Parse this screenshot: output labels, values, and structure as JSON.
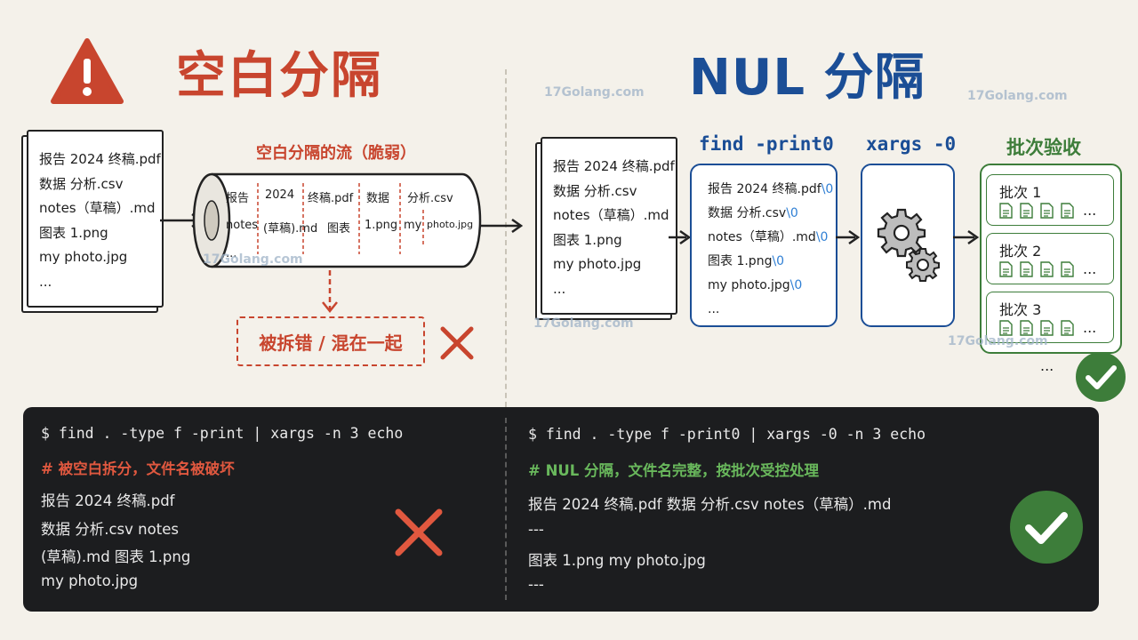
{
  "left": {
    "title": "空白分隔",
    "pipe_label": "空白分隔的流（脆弱）",
    "pipe_row1": [
      "报告",
      "2024",
      "终稿.pdf",
      "数据",
      "分析.csv"
    ],
    "pipe_row2": [
      "notes",
      "(草稿).md",
      "图表",
      "1.png",
      "my",
      "photo.jpg"
    ],
    "pipe_row3": "...",
    "broken_label": "被拆错 / 混在一起"
  },
  "files": [
    "报告 2024 终稿.pdf",
    "数据 分析.csv",
    "notes（草稿）.md",
    "图表 1.png",
    "my photo.jpg",
    "..."
  ],
  "right": {
    "title": "NUL 分隔",
    "find_label": "find -print0",
    "xargs_label": "xargs -0",
    "batch_label": "批次验收",
    "nul_files": [
      "报告 2024 终稿.pdf",
      "数据 分析.csv",
      "notes（草稿）.md",
      "图表 1.png",
      "my photo.jpg"
    ],
    "nul_marker": "\\0",
    "nul_more": "...",
    "batches": [
      "批次 1",
      "批次 2",
      "批次 3"
    ],
    "more": "...",
    "batch_more": "..."
  },
  "terminal": {
    "left_cmd": "$ find . -type f -print | xargs -n 3 echo",
    "left_comment": "# 被空白拆分，文件名被破坏",
    "left_out": [
      "报告 2024 终稿.pdf",
      "数据 分析.csv  notes",
      "(草稿).md  图表 1.png",
      "my photo.jpg"
    ],
    "right_cmd": "$ find . -type f -print0 | xargs -0 -n 3 echo",
    "right_comment": "#  NUL 分隔，文件名完整，按批次受控处理",
    "right_out": [
      "报告 2024 终稿.pdf  数据 分析.csv  notes（草稿）.md",
      "---",
      "图表 1.png  my photo.jpg",
      "---"
    ]
  },
  "watermark": "17Golang.com",
  "colors": {
    "red": "#c8452e",
    "blue": "#1b4e96",
    "green": "#3d7d3a",
    "nul": "#2f7fd4",
    "terminal_bg": "#1c1d1f"
  }
}
